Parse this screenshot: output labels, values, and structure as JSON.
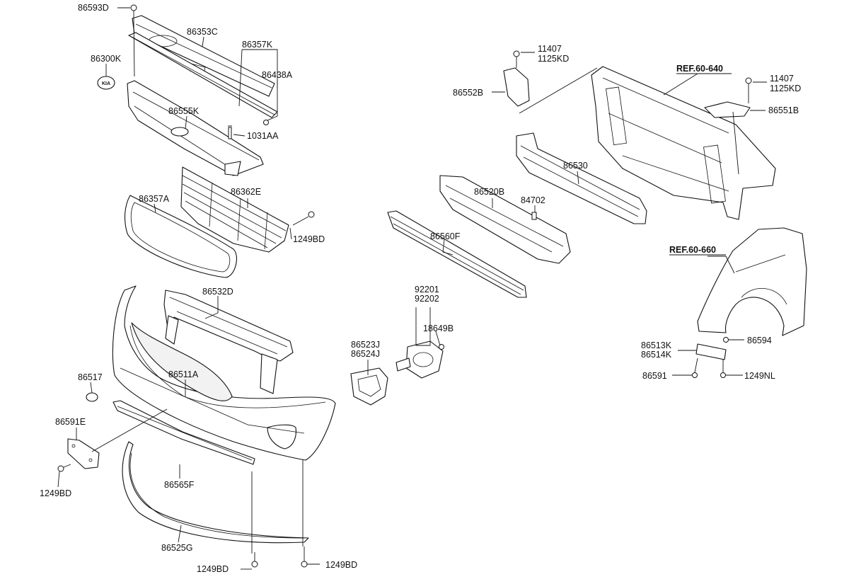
{
  "diagram": {
    "part_labels": {
      "p86593D": "86593D",
      "p86353C": "86353C",
      "p86357K": "86357K",
      "p86300K": "86300K",
      "p86438A": "86438A",
      "p86555K": "86555K",
      "p1031AA": "1031AA",
      "p86357A": "86357A",
      "p86362E": "86362E",
      "p1249BD_grille": "1249BD",
      "p86532D": "86532D",
      "p86517": "86517",
      "p86511A": "86511A",
      "p86591E": "86591E",
      "p1249BD_left": "1249BD",
      "p86565F": "86565F",
      "p86525G": "86525G",
      "p1249BD_bottom1": "1249BD",
      "p1249BD_bottom2": "1249BD",
      "p86523J": "86523J",
      "p86524J": "86524J",
      "p92201": "92201",
      "p92202": "92202",
      "p18649B": "18649B",
      "p86560F": "86560F",
      "p86520B": "86520B",
      "p84702": "84702",
      "p86530": "86530",
      "p11407_a": "11407",
      "p1125KD_a": "1125KD",
      "p86552B": "86552B",
      "p11407_b": "11407",
      "p1125KD_b": "1125KD",
      "p86551B": "86551B",
      "p86513K": "86513K",
      "p86514K": "86514K",
      "p86594": "86594",
      "p86591": "86591",
      "p1249NL": "1249NL"
    },
    "reference_labels": {
      "ref_60_640": "REF.60-640",
      "ref_60_660": "REF.60-660"
    },
    "logo_text": "KIA"
  }
}
